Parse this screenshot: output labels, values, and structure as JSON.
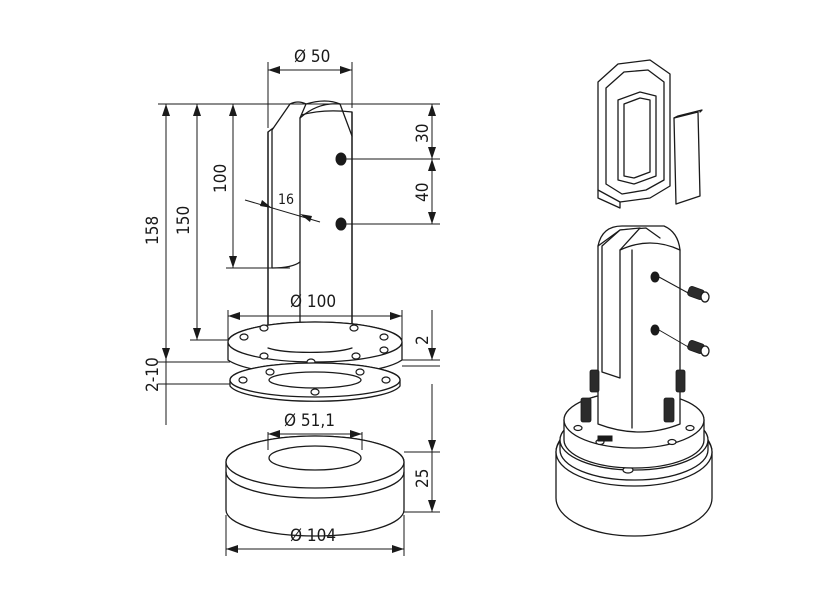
{
  "dimensions": {
    "top_diameter": "Ø 50",
    "mid_diameter": "Ø 100",
    "inner_diameter": "Ø 51,1",
    "base_diameter": "Ø 104",
    "height_total": "158",
    "height_150": "150",
    "height_100": "100",
    "slot_16": "16",
    "hole_30": "30",
    "hole_40": "40",
    "plate_2": "2",
    "plate_2_10": "2-10",
    "base_25": "25"
  },
  "colors": {
    "line": "#1a1a1a",
    "background": "#ffffff"
  }
}
